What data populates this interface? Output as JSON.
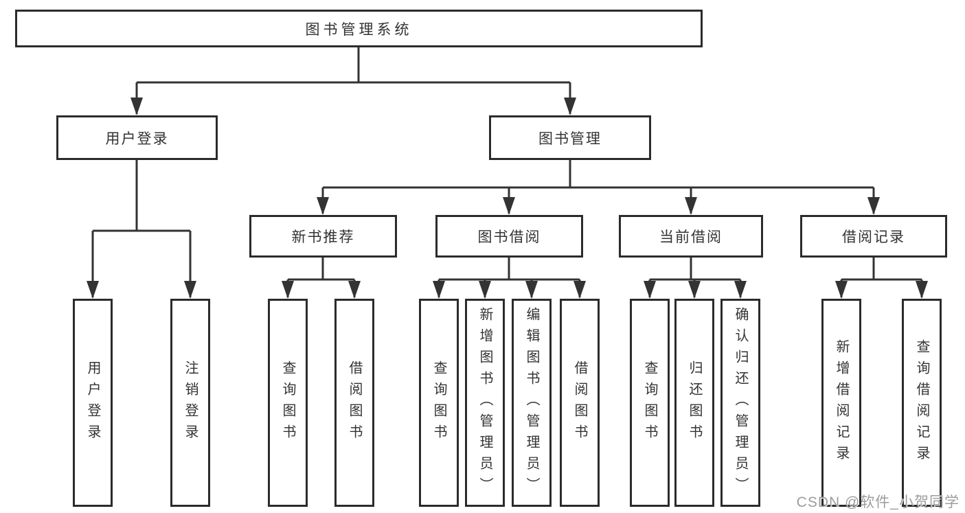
{
  "nodes": {
    "root": "图书管理系统",
    "l2": [
      "用户登录",
      "图书管理"
    ],
    "l3": [
      "新书推荐",
      "图书借阅",
      "当前借阅",
      "借阅记录"
    ],
    "leaves_login": [
      "用户登录",
      "注销登录"
    ],
    "leaves_newbook": [
      "查询图书",
      "借阅图书"
    ],
    "leaves_borrow": [
      "查询图书",
      "新增图书（管理员）",
      "编辑图书（管理员）",
      "借阅图书"
    ],
    "leaves_current": [
      "查询图书",
      "归还图书",
      "确认归还（管理员）"
    ],
    "leaves_records": [
      "新增借阅记录",
      "查询借阅记录"
    ]
  },
  "colors": {
    "box_border": "#2b2b2b",
    "connector": "#333333",
    "text": "#333333",
    "watermark": "#9c9c9c",
    "background": "#ffffff"
  },
  "watermark": {
    "text": "CSDN @软件_小贺同学"
  }
}
